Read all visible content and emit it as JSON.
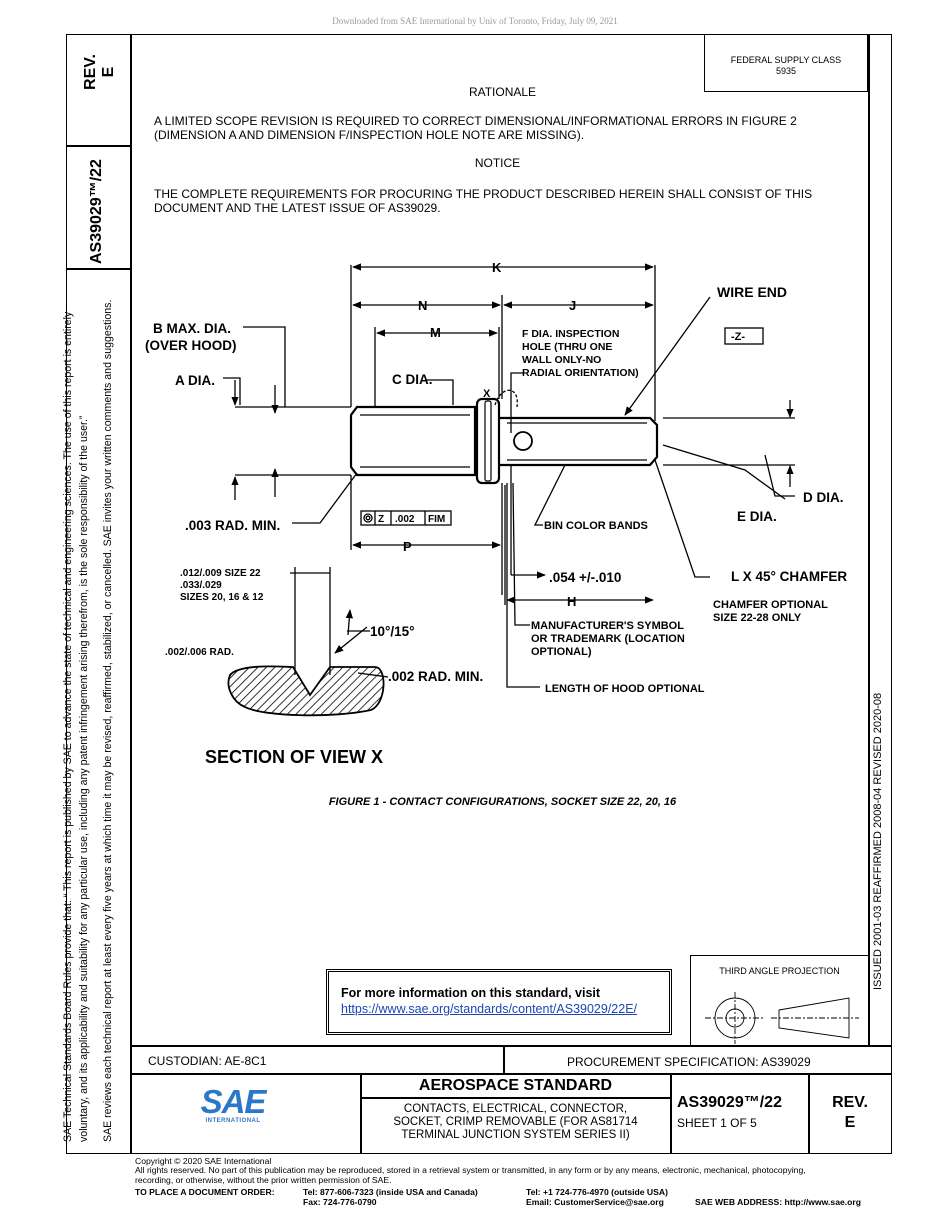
{
  "download_note": "Downloaded from SAE International by Univ of Toronto, Friday, July 09, 2021",
  "header": {
    "rev_label": "REV.",
    "rev_value": "E",
    "doc_number": "AS39029™/22",
    "federal_supply_class": "FEDERAL SUPPLY CLASS",
    "federal_supply_code": "5935"
  },
  "sidebar": {
    "line1": "SAE Technical Standards Board Rules provide that: “ This report is published by SAE to advance the state of technical and engineering sciences. The use of this report is entirely",
    "line2": "voluntary, and its applicability and suitability for any particular use, including any patent infringement arising therefrom, is the sole responsibility of the user.”",
    "line3": "SAE reviews each technical report at least every five years at which time it may be revised, reaffirmed, stabilized, or cancelled. SAE invites your written comments and suggestions."
  },
  "rationale": {
    "heading": "RATIONALE",
    "line1": "A LIMITED SCOPE REVISION IS REQUIRED TO CORRECT DIMENSIONAL/INFORMATIONAL ERRORS IN FIGURE 2",
    "line2": "(DIMENSION A AND DIMENSION F/INSPECTION HOLE NOTE ARE MISSING)."
  },
  "notice": {
    "heading": "NOTICE",
    "line1": "THE COMPLETE REQUIREMENTS FOR PROCURING THE PRODUCT DESCRIBED HEREIN SHALL CONSIST OF THIS",
    "line2": "DOCUMENT AND THE LATEST ISSUE OF AS39029."
  },
  "figure": {
    "k": "K",
    "n": "N",
    "j": "J",
    "m": "M",
    "wire_end": "WIRE END",
    "b_dia_1": "B MAX. DIA.",
    "b_dia_2": "(OVER HOOD)",
    "f_dia_1": "F DIA. INSPECTION",
    "f_dia_2": "HOLE (THRU ONE",
    "f_dia_3": "WALL ONLY-NO",
    "f_dia_4": "RADIAL ORIENTATION)",
    "datum_z": "-Z-",
    "a_dia": "A DIA.",
    "c_dia": "C DIA.",
    "x": "X",
    "d_dia": "D DIA.",
    "e_dia": "E DIA.",
    "rad_min": ".003 RAD. MIN.",
    "fcf_z": "Z",
    "fcf_tol": ".002",
    "fcf_fim": "FIM",
    "bin_bands": "BIN COLOR BANDS",
    "p": "P",
    "size22_1": ".012/.009 SIZE 22",
    "size22_2": ".033/.029",
    "size22_3": "SIZES 20, 16 & 12",
    "dim_054": ".054 +/-.010",
    "chamfer": "L X 45° CHAMFER",
    "h": "H",
    "chamfer_opt_1": "CHAMFER OPTIONAL",
    "chamfer_opt_2": "SIZE 22-28 ONLY",
    "angle": "10°/15°",
    "mfr_1": "MANUFACTURER'S SYMBOL",
    "mfr_2": "OR TRADEMARK (LOCATION",
    "mfr_3": "OPTIONAL)",
    "rad_002_006": ".002/.006 RAD.",
    "rad_002": ".002 RAD. MIN.",
    "hood": "LENGTH OF HOOD OPTIONAL",
    "section": "SECTION OF VIEW X"
  },
  "caption": "FIGURE 1 - CONTACT CONFIGURATIONS, SOCKET SIZE 22, 20, 16",
  "info_box": {
    "text": "For more information on this standard, visit",
    "link": "https://www.sae.org/standards/content/AS39029/22E/"
  },
  "projection": "THIRD ANGLE PROJECTION",
  "revision_history": "ISSUED 2001-03    REAFFIRMED 2008-04    REVISED 2020-08",
  "title_block": {
    "custodian": "CUSTODIAN: AE-8C1",
    "procurement": "PROCUREMENT SPECIFICATION: AS39029",
    "logo": "SAE",
    "logo_sub": "INTERNATIONAL",
    "standard": "AEROSPACE STANDARD",
    "title1": "CONTACTS, ELECTRICAL, CONNECTOR,",
    "title2": "SOCKET, CRIMP REMOVABLE (FOR AS81714",
    "title3": "TERMINAL JUNCTION SYSTEM SERIES II)",
    "doc_number": "AS39029™/22",
    "sheet": "SHEET 1 OF 5",
    "rev_label": "REV.",
    "rev_value": "E"
  },
  "footer": {
    "copyright": "Copyright © 2020 SAE International",
    "rights1": "All rights reserved. No part of this publication may be reproduced, stored in a retrieval system or transmitted, in any form or by any means, electronic, mechanical, photocopying,",
    "rights2": "recording, or otherwise, without the prior written permission of SAE.",
    "order_label": "TO PLACE A DOCUMENT ORDER:",
    "tel_usa": "Tel: 877-606-7323 (inside USA and Canada)",
    "tel_out": "Tel: +1 724-776-4970 (outside USA)",
    "fax": "Fax: 724-776-0790",
    "email": "Email: CustomerService@sae.org",
    "web": "SAE WEB ADDRESS: http://www.sae.org"
  }
}
